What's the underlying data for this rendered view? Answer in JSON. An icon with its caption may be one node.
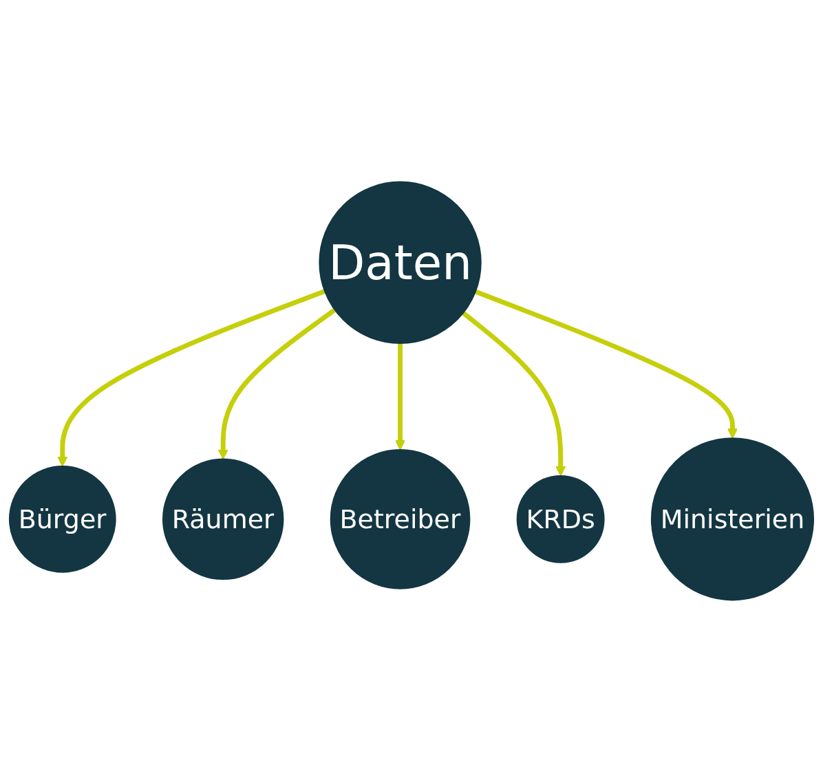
{
  "diagram": {
    "nodes": [
      {
        "text": [
          "Bürger"
        ]
      },
      {
        "text": [
          "Räumer"
        ]
      },
      {
        "text": [
          "Betreiber"
        ]
      },
      {
        "text": [
          "Daten"
        ]
      },
      {
        "text": [
          "KRDs"
        ]
      },
      {
        "text": [
          "Ministerien"
        ]
      }
    ],
    "edges": [
      {
        "from": 3,
        "to": 0,
        "arrow": "to",
        "color": "#c5cf0a"
      },
      {
        "from": 3,
        "to": 1,
        "arrow": "to",
        "color": "#c5cf0a"
      },
      {
        "from": 3,
        "to": 2,
        "arrow": "to",
        "color": "#c5cf0a"
      },
      {
        "from": 3,
        "to": 4,
        "arrow": "to",
        "color": "#c5cf0a"
      },
      {
        "from": 3,
        "to": 5,
        "arrow": "to",
        "color": "#c5cf0a"
      }
    ]
  }
}
